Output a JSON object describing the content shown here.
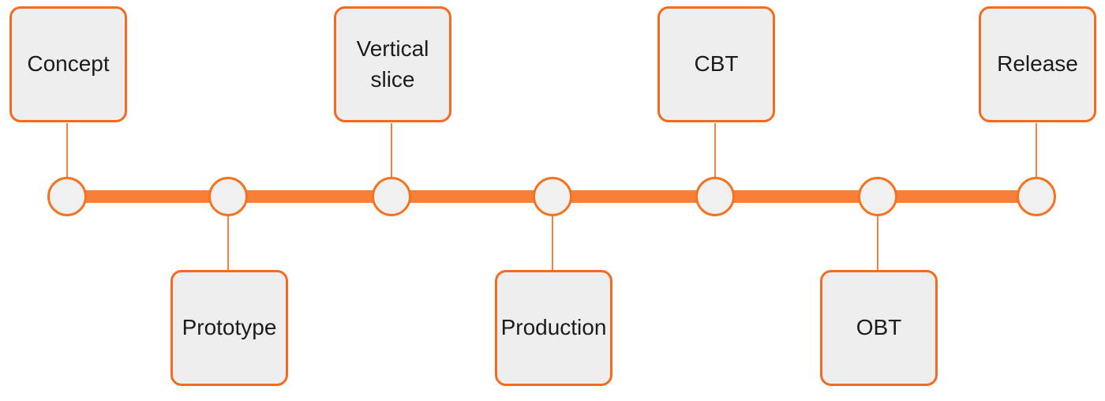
{
  "diagram": {
    "type": "timeline",
    "description": "Game development milestone timeline with alternating labels above and below a horizontal orange bar",
    "milestones": [
      {
        "label": "Concept",
        "position": "above"
      },
      {
        "label": "Prototype",
        "position": "below"
      },
      {
        "label": "Vertical slice",
        "position": "above"
      },
      {
        "label": "Production",
        "position": "below"
      },
      {
        "label": "CBT",
        "position": "above"
      },
      {
        "label": "OBT",
        "position": "below"
      },
      {
        "label": "Release",
        "position": "above"
      }
    ]
  },
  "palette": {
    "accent": "#f26b1f",
    "bar": "#f97e38",
    "connector": "#f5823f",
    "node-stroke": "#f3731f",
    "shape-fill": "#efeeee",
    "node-fill": "#f1f0f0",
    "text": "#1c1c1c",
    "bg": "#ffffff"
  }
}
